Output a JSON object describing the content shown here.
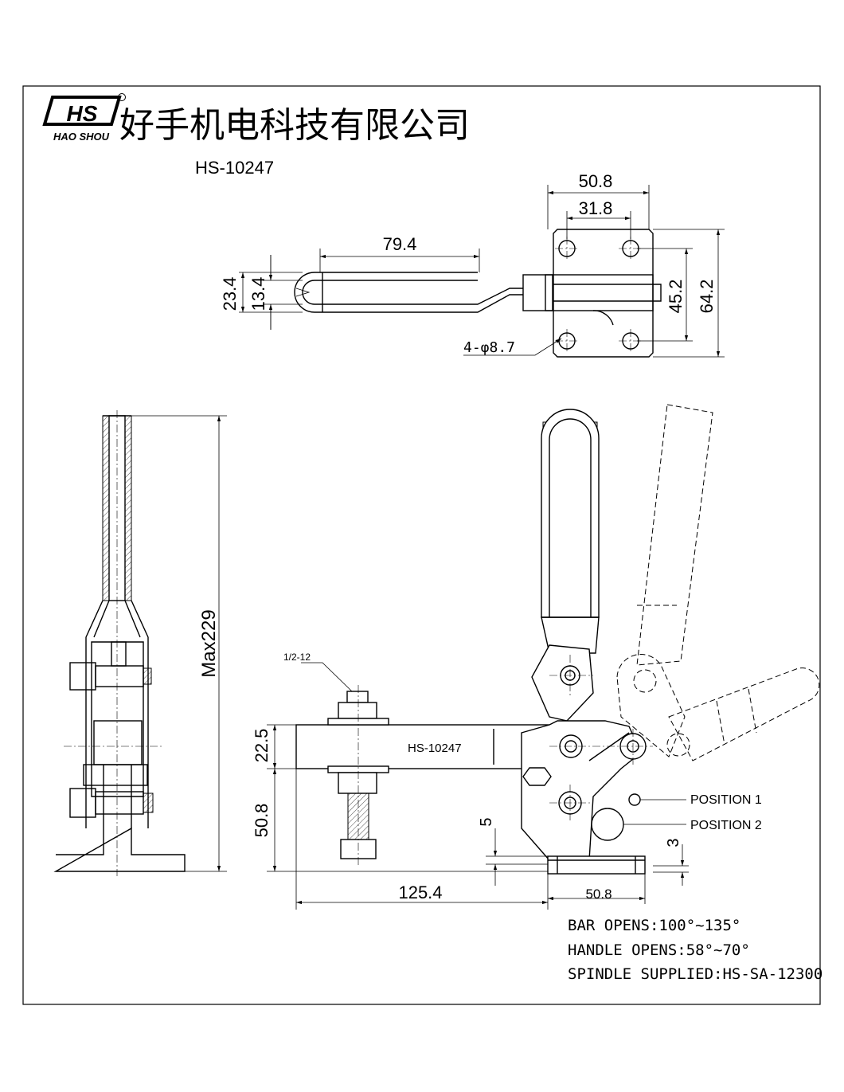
{
  "company": {
    "logo_text": "HS",
    "logo_sub": "HAO SHOU",
    "name_cn": "好手机电科技有限公司"
  },
  "model": "HS-10247",
  "top_view": {
    "dims": {
      "plate_width": "50.8",
      "hole_spacing_x": "31.8",
      "handle_length": "79.4",
      "handle_width_outer": "23.4",
      "handle_width_inner": "13.4",
      "hole_spacing_y": "45.2",
      "plate_height": "64.2",
      "holes": "4-φ8.7"
    }
  },
  "side_view": {
    "dims": {
      "max_height": "Max229"
    }
  },
  "front_view": {
    "thread": "1/2-12",
    "bar_label": "HS-10247",
    "dims": {
      "bar_thickness": "22.5",
      "bar_height": "50.8",
      "bar_length": "125.4",
      "base_width": "50.8",
      "offset_5": "5",
      "offset_3": "3"
    },
    "positions": [
      "POSITION 1",
      "POSITION 2"
    ]
  },
  "specs": [
    "BAR OPENS:100°~135°",
    "HANDLE OPENS:58°~70°",
    "SPINDLE SUPPLIED:HS-SA-12300"
  ]
}
